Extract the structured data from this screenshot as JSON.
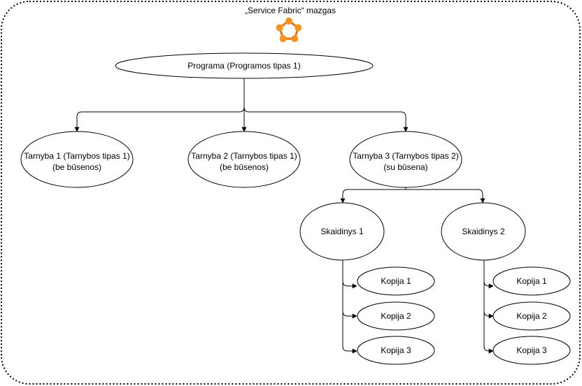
{
  "cluster": {
    "title": "„Service Fabric“ mazgas",
    "icon": "service-fabric-icon",
    "icon_color": "#F7941E",
    "icon_dark": "#E8731A"
  },
  "application": {
    "label": "Programa (Programos tipas 1)"
  },
  "services": [
    {
      "line1": "Tarnyba 1 (Tarnybos tipas 1)",
      "line2": "(be būsenos)"
    },
    {
      "line1": "Tarnyba 2 (Tarnybos tipas 1)",
      "line2": "(be būsenos)"
    },
    {
      "line1": "Tarnyba 3 (Tarnybos tipas 2)",
      "line2": "(su būsena)"
    }
  ],
  "partitions": [
    {
      "label": "Skaidinys 1",
      "replicas": [
        "Kopija 1",
        "Kopija 2",
        "Kopija 3"
      ]
    },
    {
      "label": "Skaidinys 2",
      "replicas": [
        "Kopija 1",
        "Kopija 2",
        "Kopija 3"
      ]
    }
  ]
}
